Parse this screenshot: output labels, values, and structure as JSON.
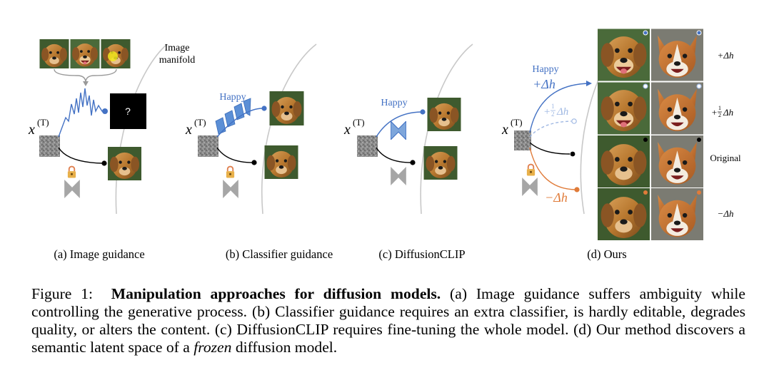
{
  "panels": {
    "a": {
      "caption": "(a) Image guidance",
      "x_label": "x",
      "x_sup": "(T)",
      "manifold_label_line1": "Image",
      "manifold_label_line2": "manifold",
      "unknown_mark": "?"
    },
    "b": {
      "caption": "(b) Classifier guidance",
      "x_label": "x",
      "x_sup": "(T)",
      "attribute": "Happy"
    },
    "c": {
      "caption": "(c) DiffusionCLIP",
      "x_label": "x",
      "x_sup": "(T)",
      "attribute": "Happy"
    },
    "d": {
      "caption": "(d) Ours",
      "x_label": "x",
      "x_sup": "(T)",
      "attribute": "Happy",
      "plus_delta": "+Δh",
      "half_delta_prefix": "+",
      "half_num": "1",
      "half_den": "2",
      "half_delta_suffix": "Δh",
      "minus_delta": "−Δh",
      "rows": [
        {
          "label": "+Δh"
        },
        {
          "label_prefix": "+",
          "label_num": "1",
          "label_den": "2",
          "label_suffix": "Δh"
        },
        {
          "label": "Original"
        },
        {
          "label": "−Δh"
        }
      ]
    }
  },
  "caption": {
    "figure_no": "Figure 1:",
    "title": "Manipulation approaches for diffusion models.",
    "body_1": " (a) Image guidance suffers ambiguity while controlling the generative process. (b) Classifier guidance requires an extra classifier, is hardly editable, degrades quality, or alters the content. (c) DiffusionCLIP requires fine-tuning the whole model. (d) Our method discovers a semantic latent space of a ",
    "emph": "frozen",
    "body_2": " diffusion model."
  },
  "colors": {
    "blue": "#4472c4",
    "light_blue": "#9fb8e3",
    "orange": "#e07b39",
    "manifold": "#c8c8c8",
    "gray_net": "#a6a6a6"
  }
}
